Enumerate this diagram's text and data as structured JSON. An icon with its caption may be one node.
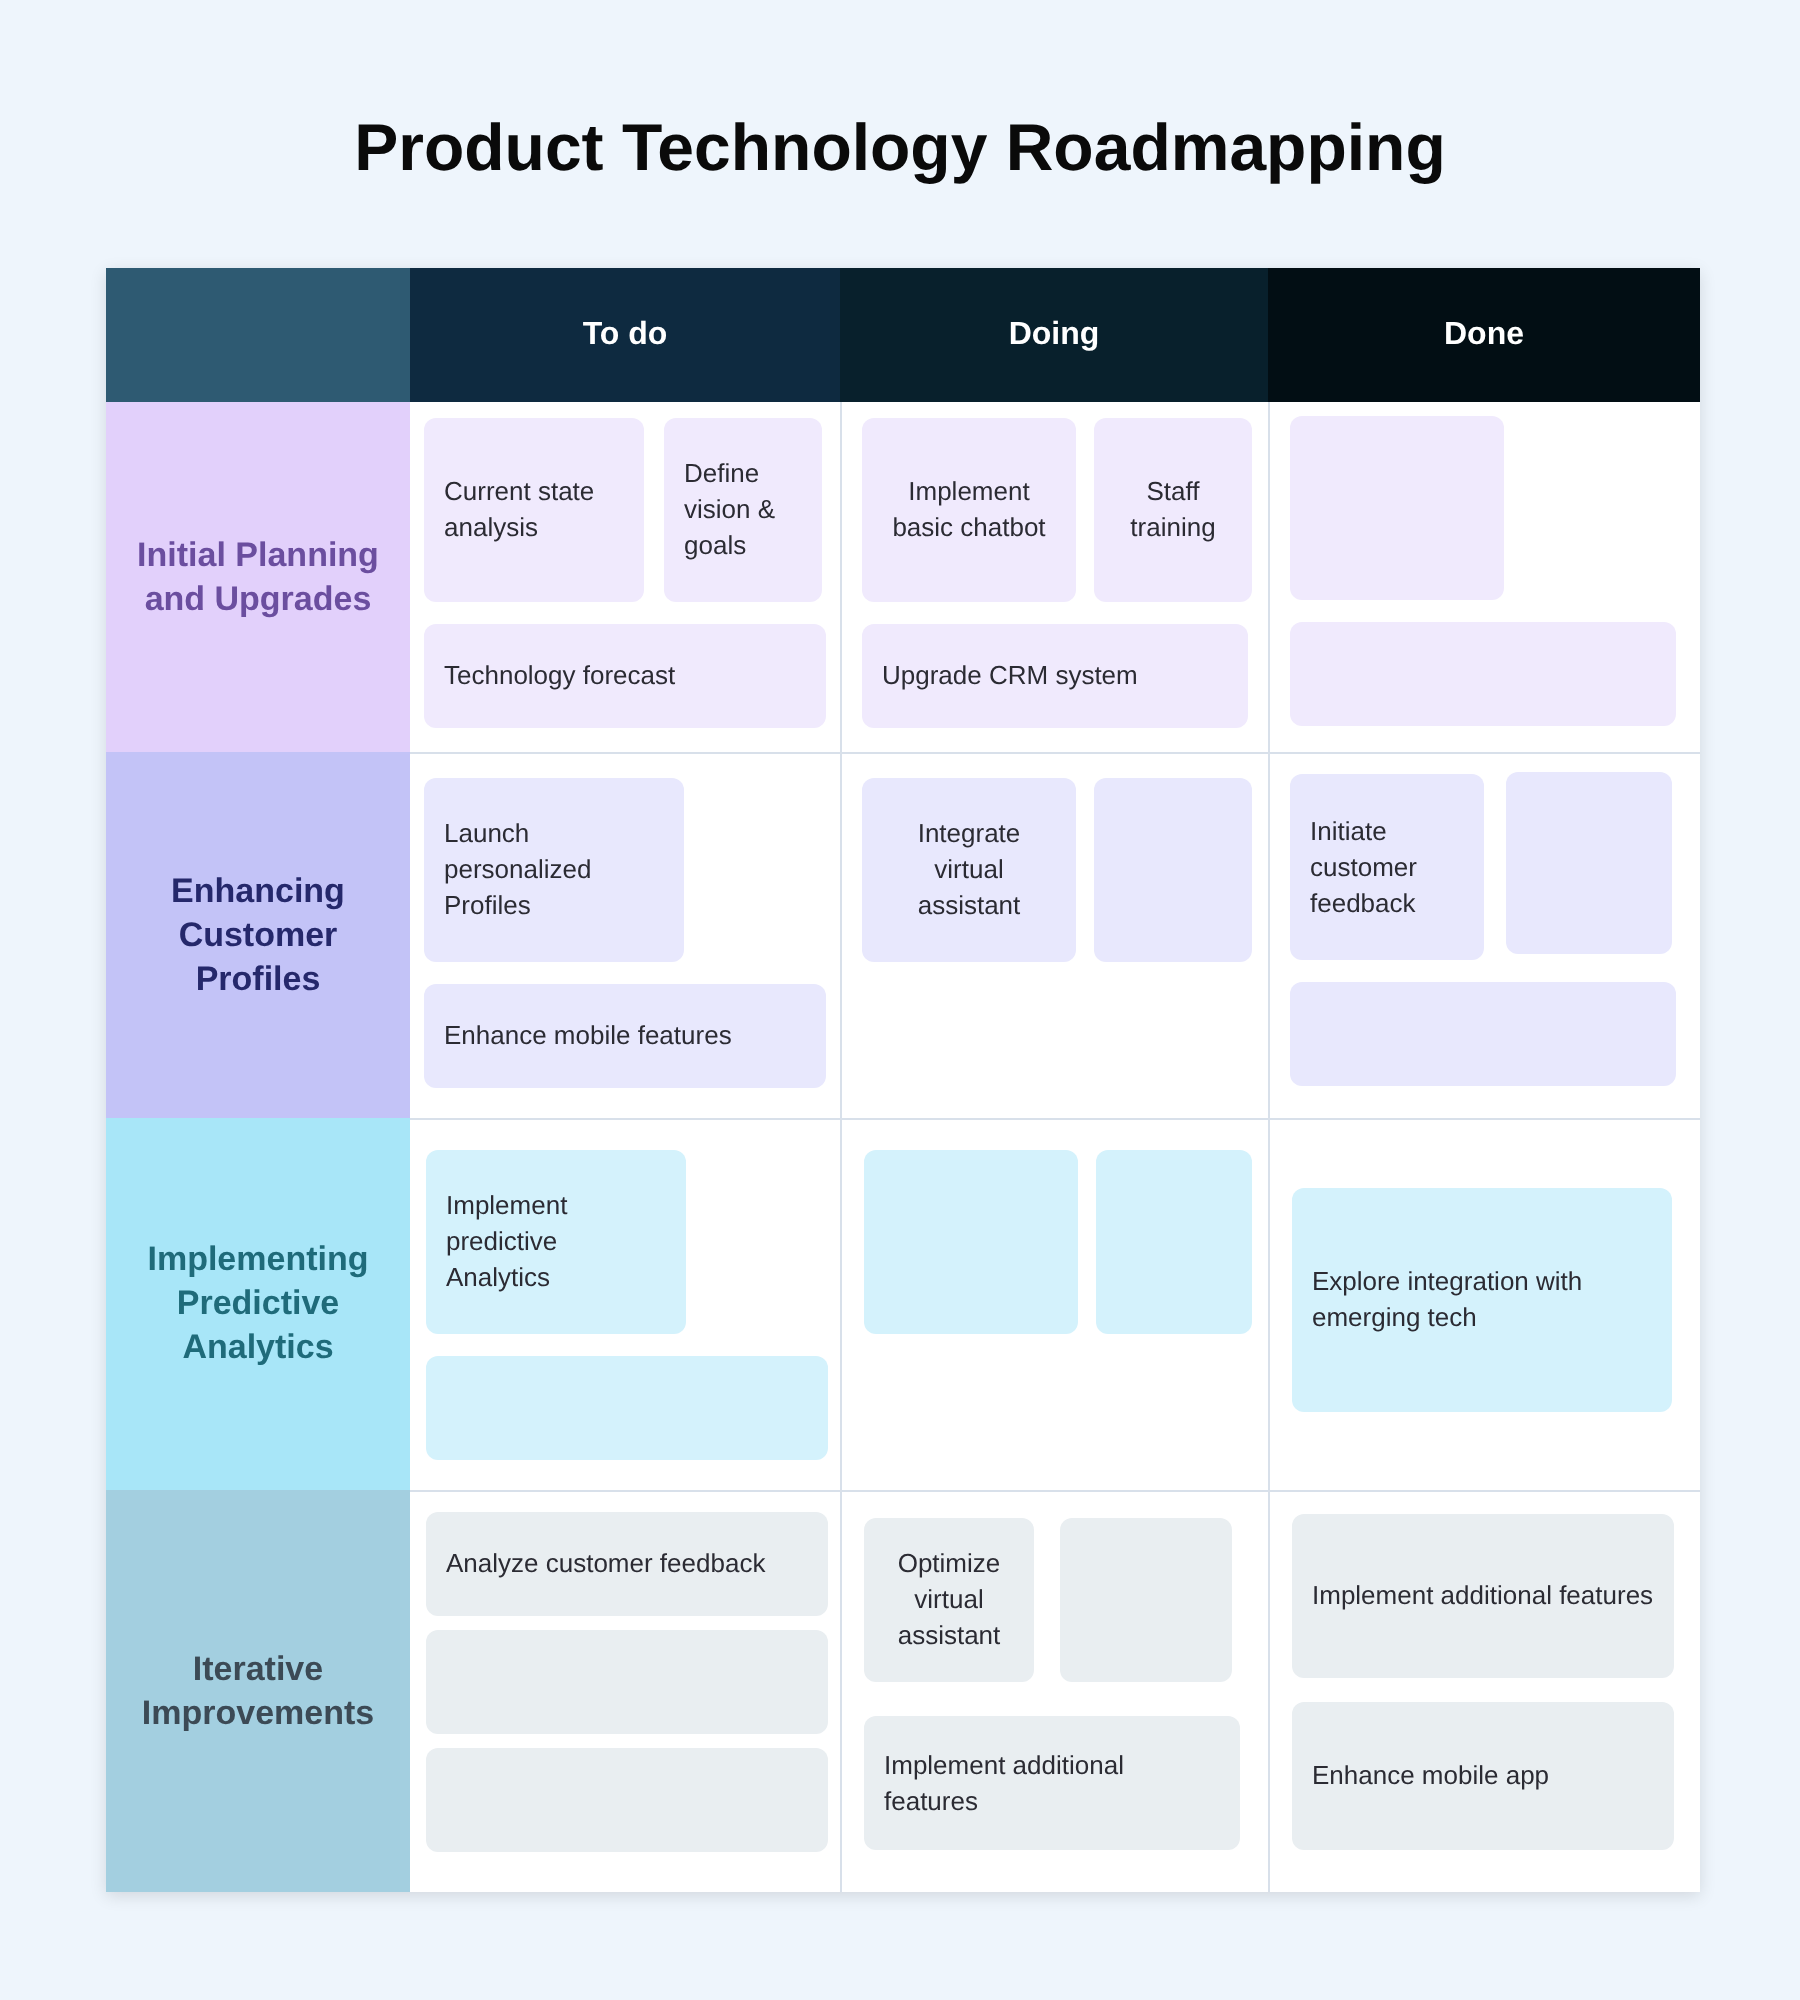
{
  "diagram": {
    "title": "Product Technology Roadmapping",
    "nodes": [
      {
        "text": [
          "To do"
        ]
      },
      {
        "text": [
          "Doing"
        ]
      },
      {
        "text": [
          "Done"
        ]
      },
      {
        "text": [
          "Initial Planning and Upgrades"
        ]
      },
      {
        "text": [
          "Current state analysis"
        ]
      },
      {
        "text": [
          "Define vision & goals"
        ]
      },
      {
        "text": [
          "Implement basic chatbot"
        ]
      },
      {
        "text": [
          "Staff training"
        ]
      },
      {
        "text": [],
        "shape": "box"
      },
      {
        "text": [
          "Technology forecast"
        ]
      },
      {
        "text": [
          "Upgrade CRM system"
        ]
      },
      {
        "text": [],
        "shape": "box"
      },
      {
        "text": [
          "Enhancing Customer Profiles"
        ]
      },
      {
        "text": [
          "Launch personalized Profiles"
        ]
      },
      {
        "text": [
          "Integrate virtual assistant"
        ]
      },
      {
        "text": [],
        "shape": "box"
      },
      {
        "text": [
          "Initiate customer feedback"
        ]
      },
      {
        "text": [],
        "shape": "box"
      },
      {
        "text": [
          "Enhance mobile features"
        ]
      },
      {
        "text": [],
        "shape": "box"
      },
      {
        "text": [
          "Implementing Predictive Analytics"
        ]
      },
      {
        "text": [
          "Implement predictive Analytics"
        ]
      },
      {
        "text": [],
        "shape": "box"
      },
      {
        "text": [],
        "shape": "box"
      },
      {
        "text": [
          "Explore integration with emerging tech"
        ]
      },
      {
        "text": [],
        "shape": "box"
      },
      {
        "text": [
          "Iterative Improvements"
        ]
      },
      {
        "text": [
          "Analyze customer feedback"
        ]
      },
      {
        "text": [
          "Optimize virtual assistant"
        ]
      },
      {
        "text": [],
        "shape": "box"
      },
      {
        "text": [
          "Implement additional features"
        ]
      },
      {
        "text": [],
        "shape": "box"
      },
      {
        "text": [
          "Implement additional features"
        ]
      },
      {
        "text": [
          "Enhance mobile app"
        ]
      },
      {
        "text": [],
        "shape": "box"
      }
    ]
  }
}
